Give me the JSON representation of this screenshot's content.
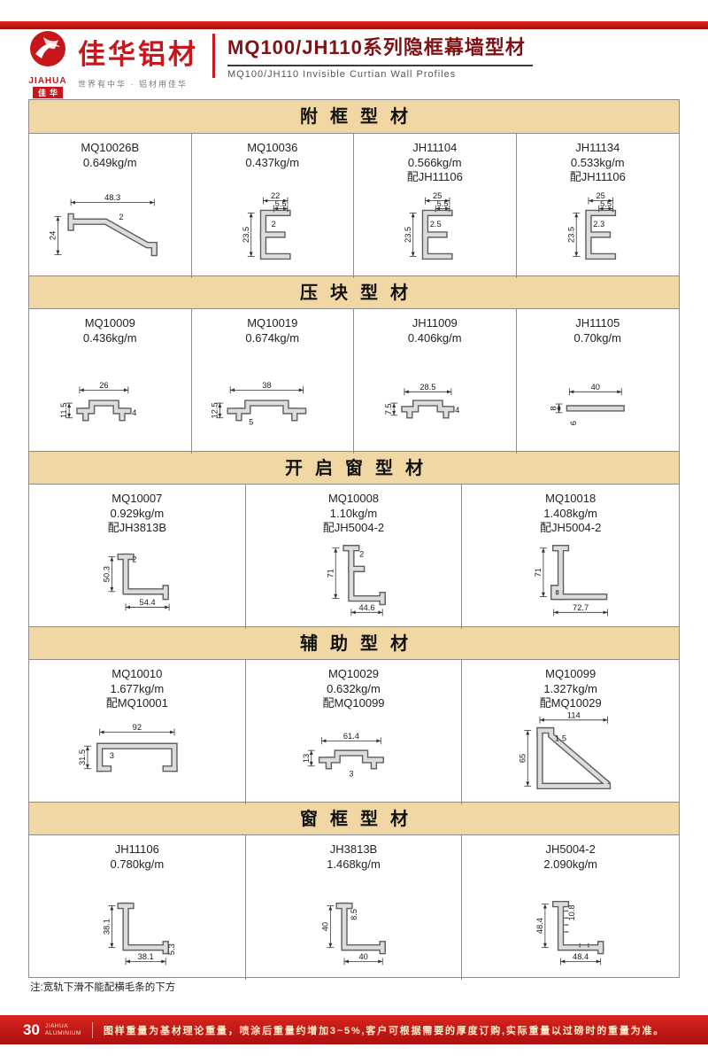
{
  "header": {
    "logo_en": "JIAHUA",
    "logo_cn": "佳华",
    "brand": "佳华铝材",
    "tagline": "世界有中华 · 铝材用佳华",
    "title": "MQ100/JH110系列隐框幕墙型材",
    "subtitle": "MQ100/JH110  Invisible  Curtian  Wall  Profiles"
  },
  "sections": [
    {
      "title": "附框型材",
      "items": [
        {
          "model": "MQ10026B",
          "weight": "0.649kg/m",
          "match": "",
          "dims": [
            "48.3",
            "24",
            "2"
          ]
        },
        {
          "model": "MQ10036",
          "weight": "0.437kg/m",
          "match": "",
          "dims": [
            "22",
            "5.5",
            "23.5",
            "2"
          ]
        },
        {
          "model": "JH11104",
          "weight": "0.566kg/m",
          "match": "配JH11106",
          "dims": [
            "25",
            "5.5",
            "23.5",
            "2.5"
          ]
        },
        {
          "model": "JH11134",
          "weight": "0.533kg/m",
          "match": "配JH11106",
          "dims": [
            "25",
            "5.5",
            "23.5",
            "2.3"
          ]
        }
      ]
    },
    {
      "title": "压块型材",
      "items": [
        {
          "model": "MQ10009",
          "weight": "0.436kg/m",
          "match": "",
          "dims": [
            "26",
            "11.5",
            "4"
          ]
        },
        {
          "model": "MQ10019",
          "weight": "0.674kg/m",
          "match": "",
          "dims": [
            "38",
            "12.5",
            "5"
          ]
        },
        {
          "model": "JH11009",
          "weight": "0.406kg/m",
          "match": "",
          "dims": [
            "28.5",
            "7.5",
            "4"
          ]
        },
        {
          "model": "JH11105",
          "weight": "0.70kg/m",
          "match": "",
          "dims": [
            "40",
            "8",
            "6"
          ]
        }
      ]
    },
    {
      "title": "开启窗型材",
      "items": [
        {
          "model": "MQ10007",
          "weight": "0.929kg/m",
          "match": "配JH3813B",
          "dims": [
            "50.3",
            "2",
            "54.4"
          ]
        },
        {
          "model": "MQ10008",
          "weight": "1.10kg/m",
          "match": "配JH5004-2",
          "dims": [
            "71",
            "2",
            "44.6"
          ]
        },
        {
          "model": "MQ10018",
          "weight": "1.408kg/m",
          "match": "配JH5004-2",
          "dims": [
            "71",
            "72.7"
          ]
        }
      ]
    },
    {
      "title": "辅助型材",
      "items": [
        {
          "model": "MQ10010",
          "weight": "1.677kg/m",
          "match": "配MQ10001",
          "dims": [
            "92",
            "31.5",
            "3"
          ]
        },
        {
          "model": "MQ10029",
          "weight": "0.632kg/m",
          "match": "配MQ10099",
          "dims": [
            "61.4",
            "13",
            "3"
          ]
        },
        {
          "model": "MQ10099",
          "weight": "1.327kg/m",
          "match": "配MQ10029",
          "dims": [
            "114",
            "65",
            "1.5"
          ]
        }
      ]
    },
    {
      "title": "窗框型材",
      "items": [
        {
          "model": "JH11106",
          "weight": "0.780kg/m",
          "match": "",
          "dims": [
            "38.1",
            "38.1",
            "5.3"
          ]
        },
        {
          "model": "JH3813B",
          "weight": "1.468kg/m",
          "match": "",
          "dims": [
            "40",
            "8.5",
            "40"
          ]
        },
        {
          "model": "JH5004-2",
          "weight": "2.090kg/m",
          "match": "",
          "dims": [
            "48.4",
            "10.8",
            "48.4"
          ]
        }
      ]
    }
  ],
  "note": "注:宽轨下滑不能配横毛条的下方",
  "footer": {
    "page_number": "30",
    "brand_line1": "JIAHUA",
    "brand_line2": "ALUMINIUM",
    "text": "图样重量为基材理论重量，喷涂后重量约增加3~5%,客户可根据需要的厚度订购,实际重量以过磅时的重量为准。"
  },
  "colors": {
    "accent_red": "#c8161d",
    "section_header_bg": "#f0d7a4"
  }
}
